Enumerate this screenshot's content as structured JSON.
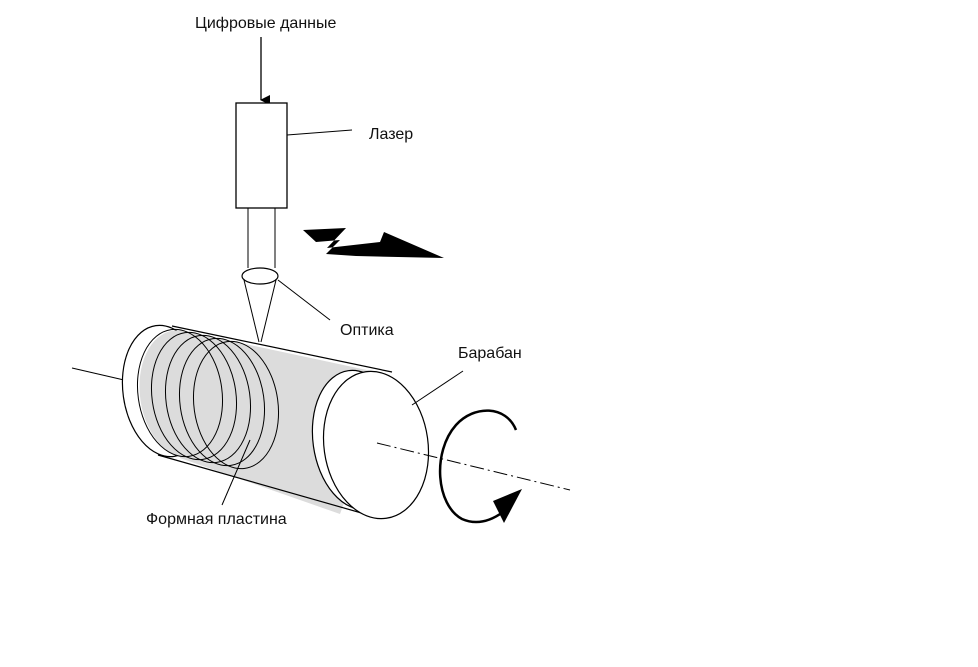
{
  "labels": {
    "digital_data": "Цифровые данные",
    "laser": "Лазер",
    "optics": "Оптика",
    "drum": "Барабан",
    "plate": "Формная пластина"
  },
  "colors": {
    "stroke": "#000000",
    "plate_fill": "#dcdcdc",
    "background": "#ffffff"
  }
}
